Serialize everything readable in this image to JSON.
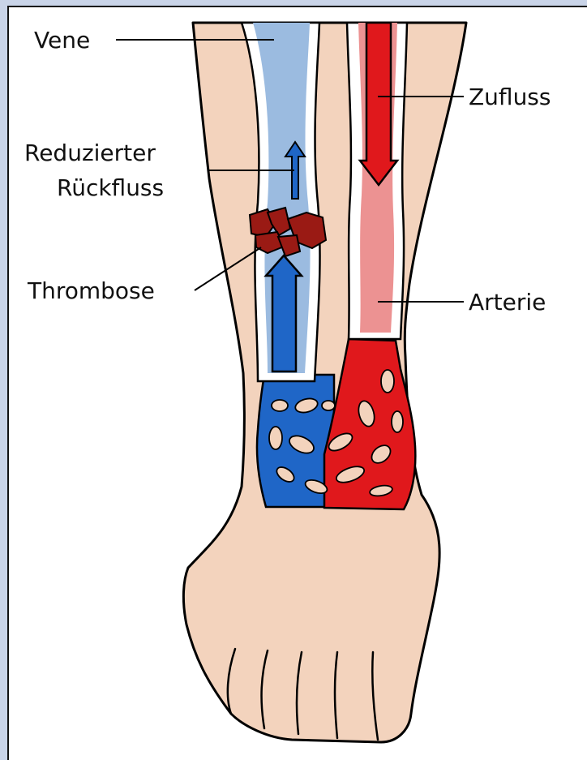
{
  "diagram": {
    "labels": {
      "vein": "Vene",
      "inflow": "Zufluss",
      "reduced_return_line1": "Reduzierter",
      "reduced_return_line2": "Rückfluss",
      "thrombosis": "Thrombose",
      "artery": "Arterie"
    },
    "colors": {
      "background": "#ffffff",
      "frame_outer": "#c9d4e8",
      "frame_inner": "#111111",
      "skin": "#f3d3bd",
      "vein_fill": "#9bbbe0",
      "vein_blue": "#1f66c7",
      "artery_fill": "#ec9292",
      "artery_red": "#e0181c",
      "clot": "#9a1a14",
      "outline": "#000000",
      "vessel_wall": "#ffffff"
    }
  }
}
